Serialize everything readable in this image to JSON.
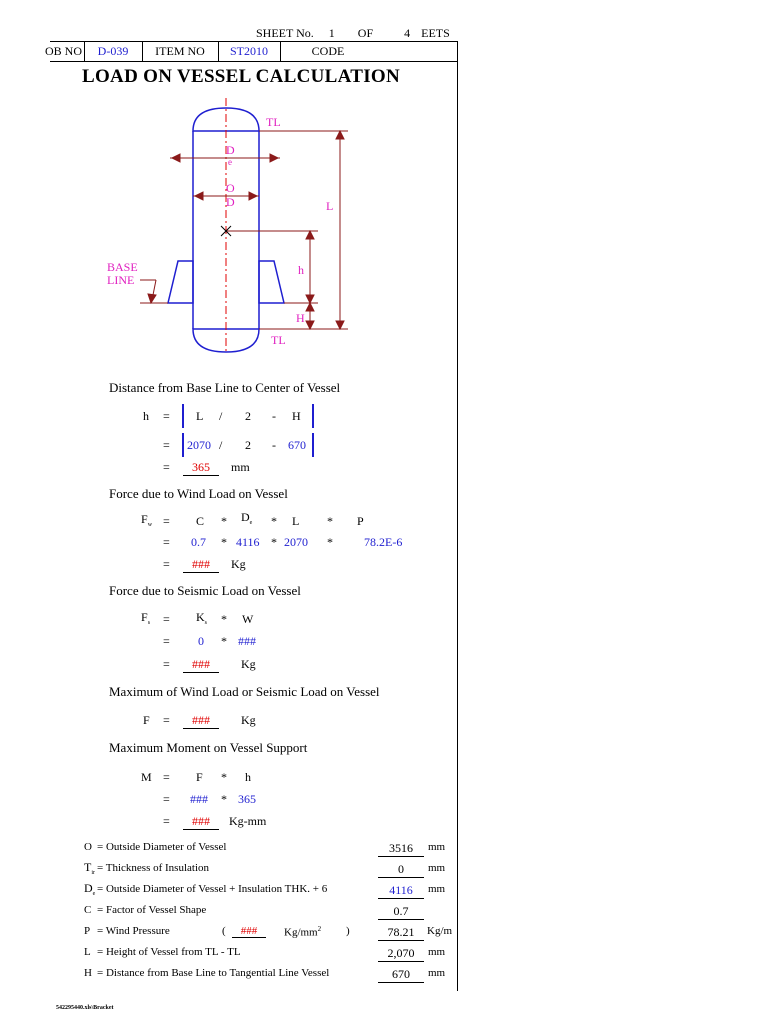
{
  "header": {
    "sheet_label": "SHEET No.",
    "sheet_no": "1",
    "of_label": "OF",
    "total_sheets": "4",
    "sheets_label": "EETS",
    "job_label": "OB NO",
    "job_no": "D-039",
    "item_label": "ITEM NO",
    "item_no": "ST2010",
    "code_label": "CODE",
    "code_value": ""
  },
  "title": "LOAD ON VESSEL CALCULATION",
  "diagram": {
    "tl_top": "TL",
    "tl_bottom": "TL",
    "de_d": "D",
    "de_e": "e",
    "od_o": "O",
    "od_d": "D",
    "l_label": "L",
    "h_label": "h",
    "H_label": "H",
    "base_line_1": "BASE",
    "base_line_2": "LINE"
  },
  "sections": {
    "h": {
      "heading": "Distance from Base Line to Center of Vessel",
      "var": "h",
      "eq": "=",
      "f_L": "L",
      "f_div": "/",
      "f_2": "2",
      "f_minus": "-",
      "f_H": "H",
      "v_L": "2070",
      "v_div": "/",
      "v_2": "2",
      "v_minus": "-",
      "v_H": "670",
      "result": "365",
      "unit": "mm"
    },
    "wind": {
      "heading": "Force due to Wind Load on  Vessel",
      "var": "F",
      "var_sub": "w",
      "eq": "=",
      "f_C": "C",
      "f_mul1": "*",
      "f_De": "D",
      "f_De_sub": "e",
      "f_mul2": "*",
      "f_L": "L",
      "f_mul3": "*",
      "f_P": "P",
      "v_C": "0.7",
      "v_De": "4116",
      "v_L": "2070",
      "v_P": "78.2E-6",
      "result": "###",
      "unit": "Kg"
    },
    "seismic": {
      "heading": "Force due to Seismic Load on  Vessel",
      "var": "F",
      "var_sub": "s",
      "eq": "=",
      "f_K": "K",
      "f_K_sub": "s",
      "f_mul": "*",
      "f_W": "W",
      "v_K": "0",
      "v_W": "###",
      "result": "###",
      "unit": "Kg"
    },
    "max_force": {
      "heading": "Maximum of Wind Load or Seismic Load on Vessel",
      "var": "F",
      "eq": "=",
      "result": "###",
      "unit": "Kg"
    },
    "moment": {
      "heading": "Maximum Moment on Vessel Support",
      "var": "M",
      "eq": "=",
      "f_F": "F",
      "f_mul": "*",
      "f_h": "h",
      "v_F": "###",
      "v_h": "365",
      "result": "###",
      "unit": "Kg-mm"
    }
  },
  "params": [
    {
      "sym": "O",
      "sub": "",
      "desc": "= Outside Diameter of Vessel",
      "value": "3516",
      "unit": "mm"
    },
    {
      "sym": "T",
      "sub": "ir",
      "desc": "= Thickness of Insulation",
      "value": "0",
      "unit": "mm"
    },
    {
      "sym": "D",
      "sub": "e",
      "desc": "= Outside Diameter of Vessel + Insulation THK. + 6",
      "value": "4116",
      "unit": "mm"
    },
    {
      "sym": "C",
      "sub": "",
      "desc": "= Factor of  Vessel  Shape",
      "value": "0.7",
      "unit": ""
    },
    {
      "sym": "P",
      "sub": "",
      "desc": "= Wind Pressure",
      "value": "78.21",
      "unit": "Kg/m"
    },
    {
      "sym": "L",
      "sub": "",
      "desc": "= Height of Vessel from  TL - TL",
      "value": "2,070",
      "unit": "mm"
    },
    {
      "sym": "H",
      "sub": "",
      "desc": "= Distance from Base Line to Tangential Line Vessel",
      "value": "670",
      "unit": "mm"
    }
  ],
  "wind_pressure_alt": {
    "open": "(",
    "value": "###",
    "unit": "Kg/mm",
    "sup": "2",
    "close": ")"
  },
  "footer": "542295440.xls\\Bracket",
  "colors": {
    "blue": "#1f1fd0",
    "red": "#e00000",
    "magenta": "#e020c0",
    "maroon": "#8b1a1a"
  }
}
